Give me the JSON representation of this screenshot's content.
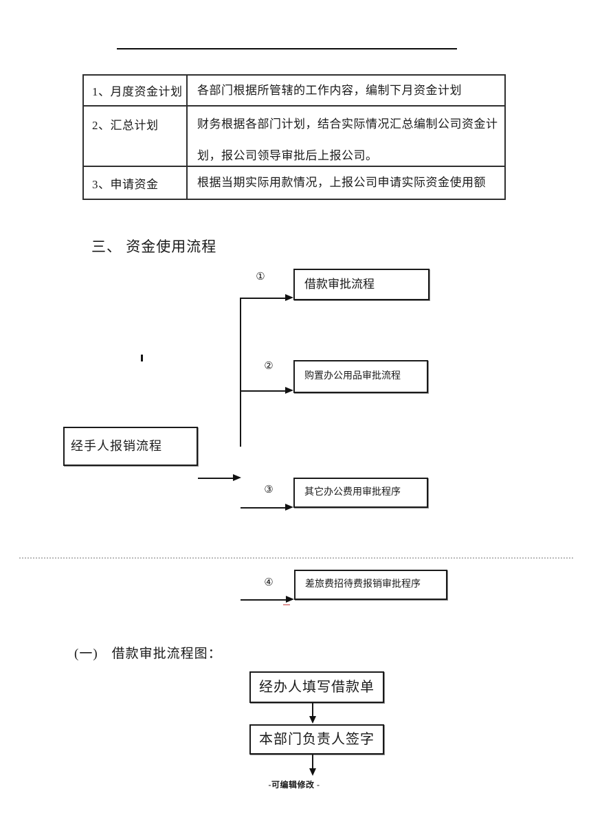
{
  "table": {
    "rows": [
      {
        "label": "1、月度资金计划",
        "content": [
          "各部门根据所管辖的工作内容，编制下月资金计划"
        ]
      },
      {
        "label": "2、汇总计划",
        "content": [
          "财务根据各部门计划，结合实际情况汇总编制公司资金计",
          "划，报公司领导审批后上报公司。"
        ]
      },
      {
        "label": "3、申请资金",
        "content": [
          "根据当期实际用款情况，上报公司申请实际资金使用额"
        ]
      }
    ]
  },
  "section_heading": "三、 资金使用流程",
  "flowchart": {
    "branches": [
      {
        "num": "①",
        "label": "借款审批流程"
      },
      {
        "num": "②",
        "label": "购置办公用品审批流程"
      },
      {
        "num": "③",
        "label": "其它办公费用审批程序"
      },
      {
        "num": "④",
        "label": "差旅费招待费报销审批程序"
      }
    ],
    "source_box": "经手人报销流程"
  },
  "sub_heading": "(一)　借款审批流程图：",
  "loan_flow": {
    "steps": [
      "经办人填写借款单",
      "本部门负责人签字"
    ]
  },
  "footer": "-可编辑修改 -",
  "colors": {
    "ink": "#1a1a1a",
    "page_break_dots": "#b8b8b8",
    "artifact_red": "#dd9393"
  }
}
